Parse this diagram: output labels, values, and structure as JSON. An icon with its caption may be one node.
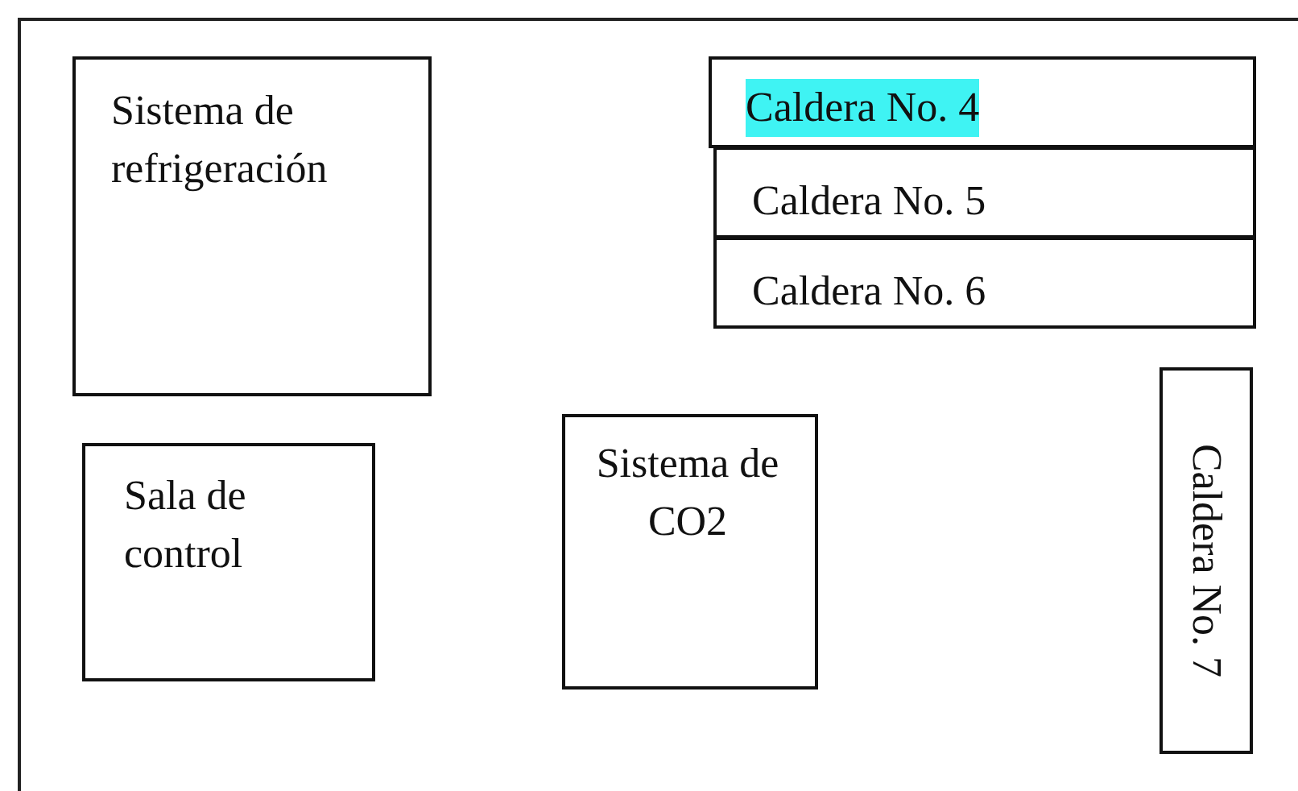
{
  "diagram": {
    "nodes": [
      {
        "text": [
          "Sistema de refrigeración"
        ]
      },
      {
        "text": [
          "Caldera No. 4"
        ]
      },
      {
        "text": [
          "Caldera No. 5"
        ]
      },
      {
        "text": [
          "Caldera No. 6"
        ]
      },
      {
        "text": [
          "Sala de control"
        ]
      },
      {
        "text": [
          "Sistema de CO2"
        ]
      },
      {
        "text": [
          "Caldera No. 7"
        ]
      }
    ],
    "edges": []
  }
}
